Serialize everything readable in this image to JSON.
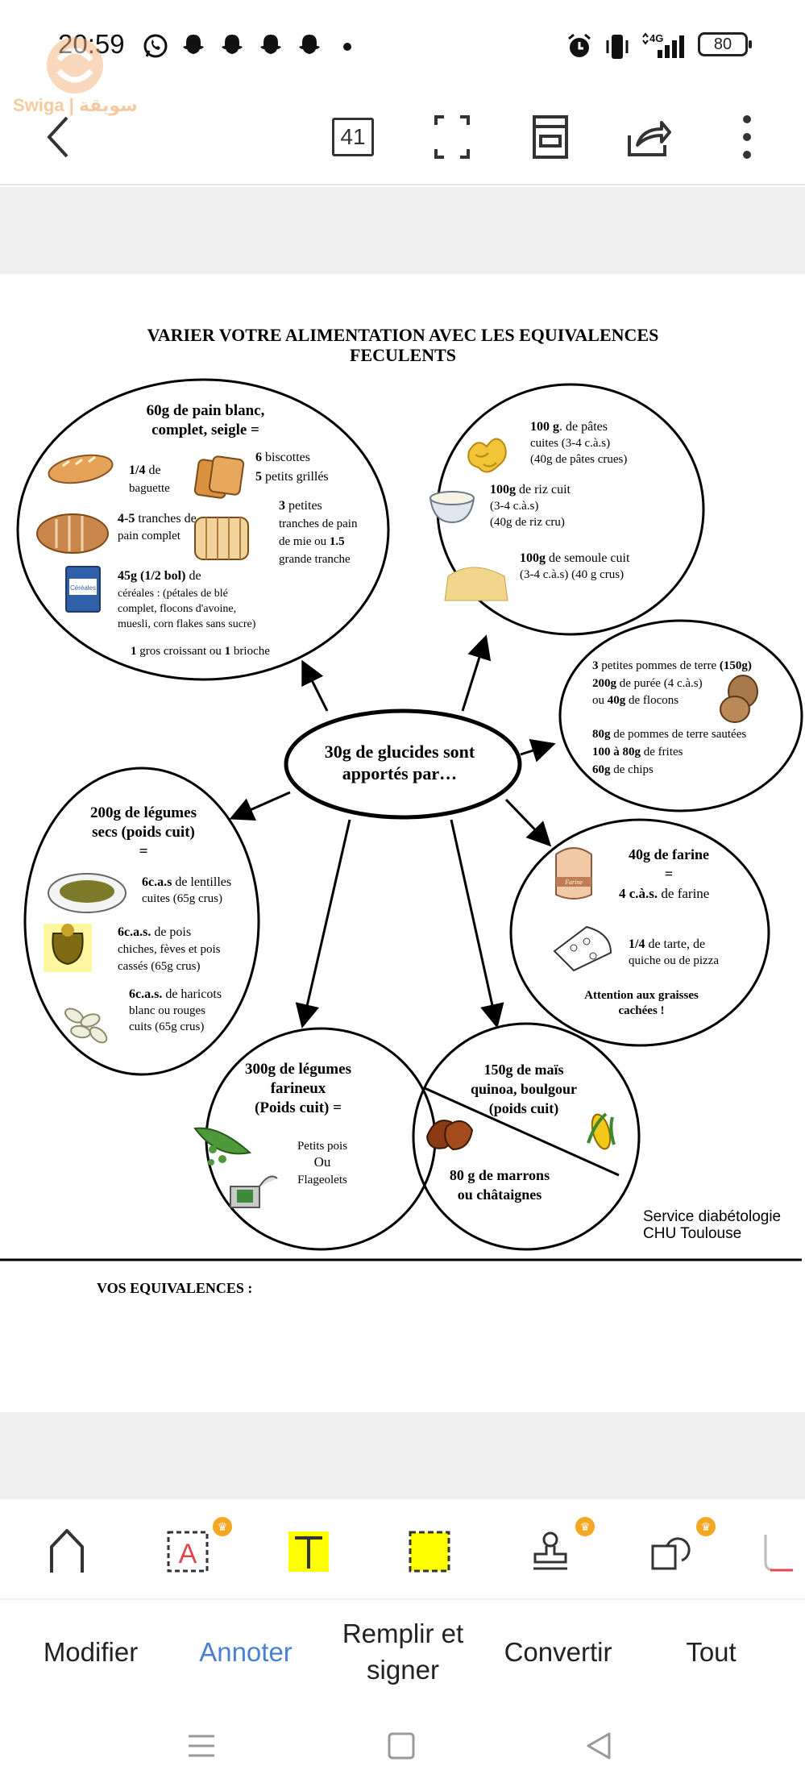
{
  "status": {
    "time": "20:59",
    "battery": "80",
    "network": "4G"
  },
  "watermark": {
    "text": "Swiga | سويقة"
  },
  "toolbar": {
    "page_count": "41"
  },
  "doc": {
    "title_line1": "VARIER VOTRE ALIMENTATION AVEC LES EQUIVALENCES",
    "title_line2": "FECULENTS",
    "center_line1": "30g de glucides sont",
    "center_line2": "apportés par…",
    "bread": {
      "head1": "60g de pain blanc,",
      "head2": "complet, seigle =",
      "baguette_num": "1/4",
      "baguette_a": " de",
      "baguette_b": "baguette",
      "biscottes_num": "6",
      "biscottes_txt": " biscottes",
      "grilles_num": "5",
      "grilles_txt": " petits grillés",
      "tranches_num": "4-5",
      "tranches_a": " tranches de",
      "tranches_b": "pain complet",
      "mie_num": "3",
      "mie_a": " petites",
      "mie_b": "tranches de pain",
      "mie_c": "de mie ou ",
      "mie_num2": "1.5",
      "mie_d": "grande tranche",
      "cereal_num": "45g (1/2 bol)",
      "cereal_a": " de",
      "cereal_b": "céréales : (pétales de blé",
      "cereal_c": "complet, flocons d'avoine,",
      "cereal_d": "muesli, corn flakes sans sucre)",
      "cereal_box": "Céréales",
      "croissant_num1": "1",
      "croissant_a": " gros croissant ou ",
      "croissant_num2": "1",
      "croissant_b": " brioche"
    },
    "pasta": {
      "pates_num": "100 g",
      "pates_a": ". de pâtes",
      "pates_b": "cuites (3-4 c.à.s)",
      "pates_c": "(40g de pâtes crues)",
      "riz_num": "100g",
      "riz_a": " de riz cuit",
      "riz_b": "(3-4 c.à.s)",
      "riz_c": "(40g de riz cru)",
      "semoule_num": "100g",
      "semoule_a": " de semoule cuit",
      "semoule_b": "(3-4 c.à.s) (40 g crus)"
    },
    "potato": {
      "pdt_num": "3",
      "pdt_a": " petites pommes de terre ",
      "pdt_b": "(150g)",
      "puree_num": "200g",
      "puree_a": " de purée (4 c.à.s)",
      "flocons_a": "ou ",
      "flocons_num": "40g",
      "flocons_b": " de flocons",
      "sautees_num": "80g",
      "sautees_a": " de pommes de terre sautées",
      "frites_num": "100 à 80g",
      "frites_a": " de frites",
      "chips_num": "60g",
      "chips_a": " de chips"
    },
    "flour": {
      "head1": "40g de farine",
      "head2": "=",
      "cas_num": "4 c.à.s.",
      "cas_a": " de farine",
      "tarte_num": "1/4",
      "tarte_a": " de tarte, de",
      "tarte_b": "quiche ou de pizza",
      "warn1": "Attention aux graisses",
      "warn2": "cachées !",
      "bag_label": "Farine"
    },
    "legumes_secs": {
      "head1": "200g de légumes",
      "head2": "secs (poids cuit)",
      "head3": "=",
      "lent_num": "6c.a.s",
      "lent_a": " de lentilles",
      "lent_b": "cuites (65g crus)",
      "pois_num": "6c.a.s.",
      "pois_a": " de pois",
      "pois_b": "chiches, fèves et pois",
      "pois_c": "cassés (65g crus)",
      "har_num": "6c.a.s.",
      "har_a": " de haricots",
      "har_b": "blanc ou rouges",
      "har_c": "cuits (65g crus)"
    },
    "farineux": {
      "head1": "300g de légumes",
      "head2": "farineux",
      "head3": "(Poids cuit) =",
      "items1": "Petits pois",
      "items2": "Ou",
      "items3": "Flageolets"
    },
    "mais": {
      "head1": "150g de maïs",
      "head2": "quinoa, boulgour",
      "head3": "(poids cuit)",
      "marrons1": "80 g de marrons",
      "marrons2": "ou châtaignes"
    },
    "service1": "Service diabétologie",
    "service2": "CHU Toulouse",
    "vos": "VOS EQUIVALENCES :"
  },
  "tabs": [
    {
      "label": "Modifier"
    },
    {
      "label": "Annoter"
    },
    {
      "label": "Remplir et signer"
    },
    {
      "label": "Convertir"
    },
    {
      "label": "Tout"
    }
  ],
  "tools": {
    "text_tool_glyph": "T",
    "textbox_glyph": "A",
    "crown_glyph": "♛"
  },
  "colors": {
    "active_tab": "#4a7fd6",
    "highlight": "#ffff00",
    "premium": "#f5a623"
  }
}
